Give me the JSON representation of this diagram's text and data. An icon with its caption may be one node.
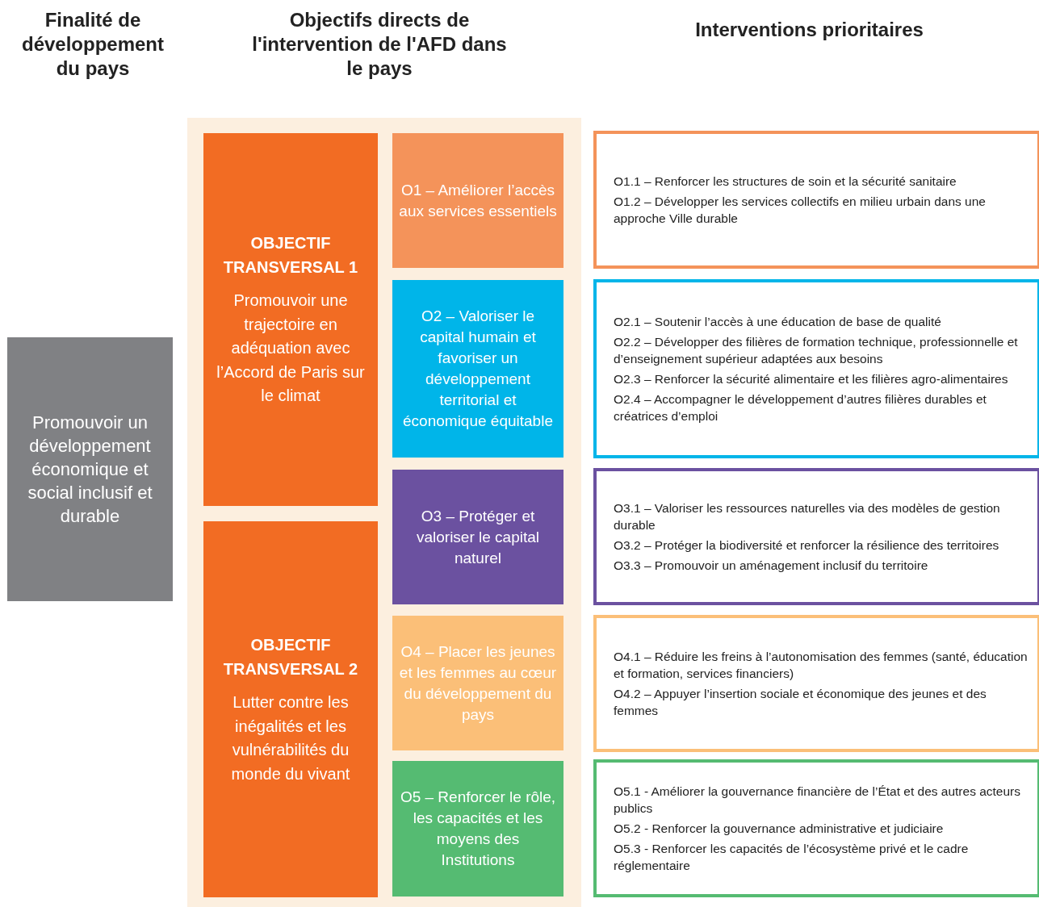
{
  "diagram": {
    "nodes": [
      {
        "text": [
          "Promouvoir un développement économique et social inclusif et durable"
        ]
      },
      {
        "text": [],
        "shape": "box"
      },
      {
        "text": [
          "OBJECTIF TRANSVERSAL 1",
          "Promouvoir une trajectoire en adéquation avec l’Accord de Paris sur le climat"
        ],
        "in": 1
      },
      {
        "text": [
          "O1 – Améliorer l’accès aux services essentiels"
        ],
        "in": 1
      },
      {
        "text": [
          "O2 – Valoriser le capital humain et favoriser un développement territorial et économique équitable"
        ],
        "in": 1
      },
      {
        "text": [
          "O3 – Protéger et valoriser le capital naturel"
        ],
        "in": 1
      },
      {
        "text": [
          "OBJECTIF TRANSVERSAL 2",
          "Lutter contre les inégalités et les vulnérabilités du monde du vivant"
        ],
        "in": 1
      },
      {
        "text": [
          "O4 – Placer les jeunes et les femmes au cœur du développement du pays"
        ],
        "in": 1
      },
      {
        "text": [
          "O5 – Renforcer le rôle, les capacités et les moyens des Institutions"
        ],
        "in": 1
      },
      {
        "text": [
          "O1.1 – Renforcer les structures de soin et la sécurité sanitaire",
          "O1.2 – Développer les services collectifs en milieu urbain dans une approche Ville durable"
        ]
      },
      {
        "text": [
          "O2.1 – Soutenir l’accès à une éducation de base de qualité",
          "O2.2 – Développer des filières de formation technique, professionnelle et d’enseignement supérieur adaptées aux besoins",
          "O2.3 – Renforcer la sécurité alimentaire et les filières agro-alimentaires",
          "O2.4 – Accompagner le développement d’autres filières durables et créatrices d’emploi"
        ]
      },
      {
        "text": [
          "O3.1 – Valoriser les ressources naturelles via des modèles de gestion durable",
          "O3.2 – Protéger la biodiversité et renforcer la résilience des territoires",
          "O3.3 – Promouvoir un aménagement inclusif du territoire"
        ]
      },
      {
        "text": [
          "O4.1 – Réduire les freins à l’autonomisation des femmes (santé, éducation et formation, services financiers)",
          "O4.2 – Appuyer l’insertion sociale et économique des jeunes et des femmes"
        ]
      },
      {
        "text": [
          "O5.1 - Améliorer la gouvernance financière de l’État et des autres acteurs publics",
          "O5.2 - Renforcer la gouvernance administrative et judiciaire",
          "O5.3 - Renforcer les capacités de l’écosystème privé et le cadre réglementaire"
        ]
      }
    ],
    "labels": [
      "Finalité de développement du pays",
      "Objectifs directs de l'intervention de l'AFD dans le pays",
      "Interventions prioritaires"
    ]
  }
}
